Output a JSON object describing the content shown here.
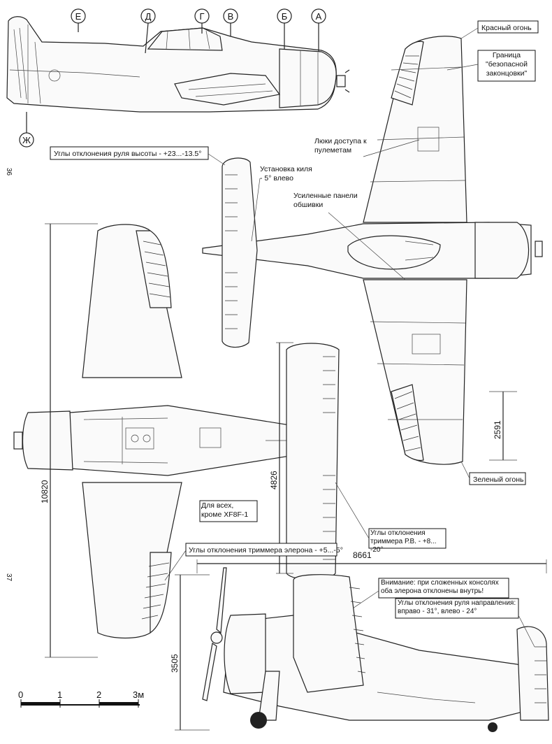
{
  "station_markers": [
    "Е",
    "Д",
    "Г",
    "В",
    "Б",
    "А",
    "Ж"
  ],
  "callouts": {
    "red_light": "Красный огонь",
    "safe_tip_boundary": "Граница \"безопасной законцовки\"",
    "gun_access_hatches": "Люки доступа к пулеметам",
    "elevator_deflection": "Углы отклонения руля высоты - +23...-13.5°",
    "fin_offset": "Установка киля - 5° влево",
    "reinforced_panels": "Усиленные панели обшивки",
    "green_light": "Зеленый огонь",
    "all_except": "Для всех, кроме XF8F-1",
    "elevator_trim_deflection": "Углы отклонения триммера Р.В. - +8... -20°",
    "aileron_trim_deflection": "Углы отклонения триммера элерона - +5...-5°",
    "folded_warning": "Внимание: при сложенных консолях оба элерона отклонены внутрь!",
    "rudder_deflection": "Углы отклонения руля направления: вправо - 31°, влево - 24°"
  },
  "dimensions": {
    "half_span": "2591",
    "wingspan": "10820",
    "tail_span": "4826",
    "length": "8661",
    "height": "3505"
  },
  "scale_bar": {
    "labels": [
      "0",
      "1",
      "2",
      "3м"
    ]
  },
  "page_numbers": {
    "upper": "36",
    "lower": "37"
  }
}
